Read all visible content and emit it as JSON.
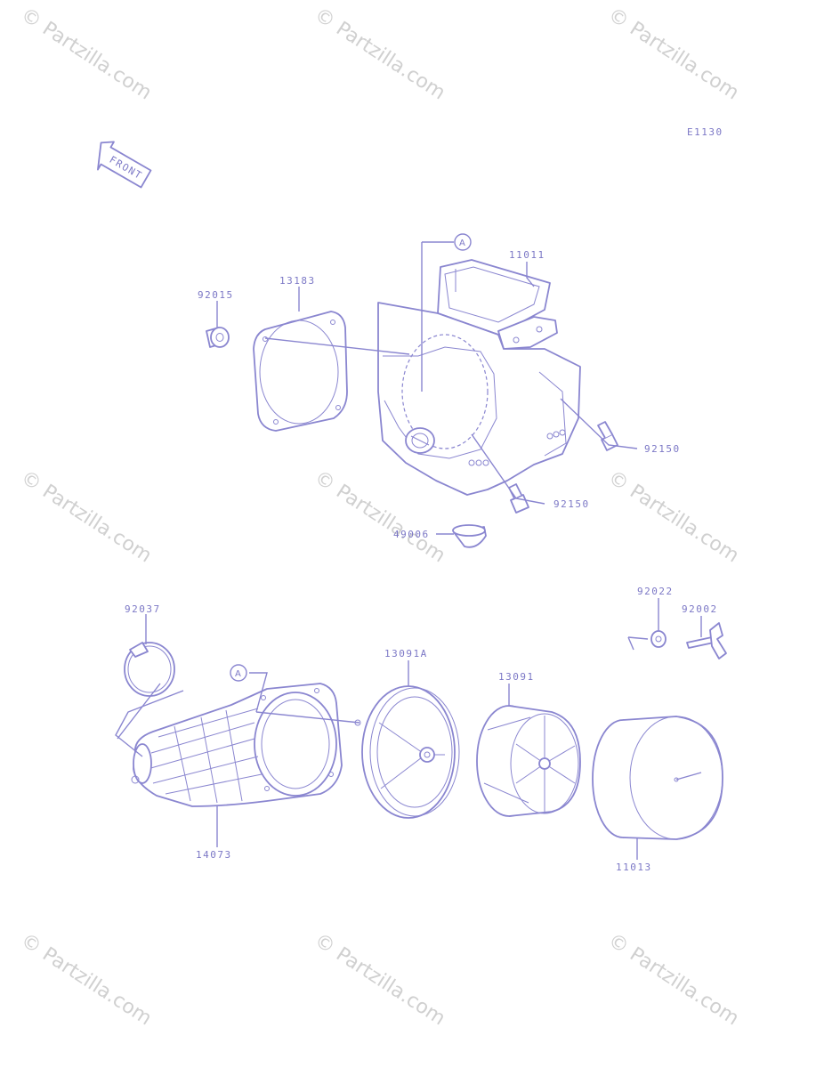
{
  "diagram_code": "E1130",
  "front_label": "FRONT",
  "callout_ref": "A",
  "watermark": "© Partzilla.com",
  "parts": {
    "p11011": "11011",
    "p13183": "13183",
    "p92015": "92015",
    "p92150a": "92150",
    "p92150b": "92150",
    "p49006": "49006",
    "p92037": "92037",
    "p14073": "14073",
    "p13091A": "13091A",
    "p13091": "13091",
    "p92022": "92022",
    "p92002": "92002",
    "p11013": "11013"
  },
  "colors": {
    "line": "#8a86d0",
    "watermark": "#d0d0d0"
  }
}
